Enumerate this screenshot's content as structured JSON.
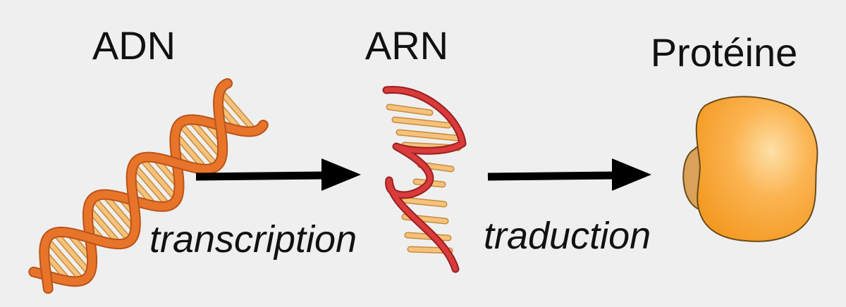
{
  "nodes": {
    "dna": {
      "label": "ADN"
    },
    "rna": {
      "label": "ARN"
    },
    "protein": {
      "label": "Protéine"
    }
  },
  "edges": {
    "transcription": {
      "label": "transcription"
    },
    "translation": {
      "label": "traduction"
    }
  },
  "colors": {
    "background": "#efefef",
    "dna_strand": "#e8742a",
    "dna_strand_outline": "#b8541a",
    "base_pair": "#f5c27a",
    "base_pair_outline": "#c98a3c",
    "rna_strand": "#d93a3a",
    "protein_fill": "#f9a93a",
    "protein_light": "#fde0a8",
    "protein_lobe": "#d9a15a",
    "arrow": "#000000",
    "text": "#111111"
  },
  "icons": {
    "dna": "dna-double-helix-icon",
    "rna": "rna-single-strand-icon",
    "protein": "protein-blob-icon"
  }
}
